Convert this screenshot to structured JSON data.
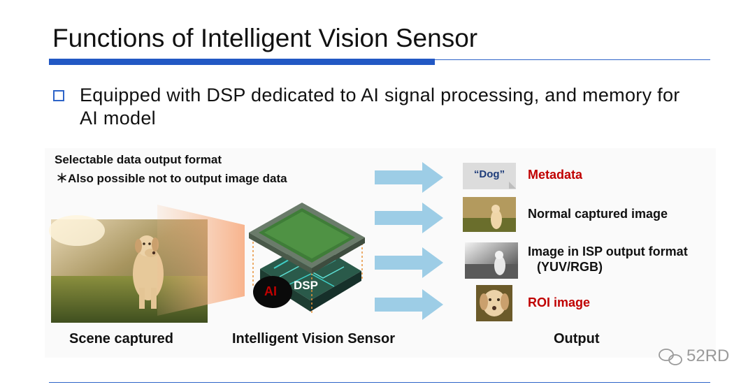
{
  "slide": {
    "title": "Functions of Intelligent Vision Sensor",
    "bullet": "Equipped with DSP dedicated to AI signal processing, and memory for AI model"
  },
  "diagram": {
    "format_note_line1": "Selectable data output format",
    "format_note_line2": "＊Also possible not to output image data",
    "captions": {
      "scene": "Scene captured",
      "sensor": "Intelligent Vision Sensor",
      "output": "Output"
    },
    "chip": {
      "ai_label": "AI",
      "dsp_label": "DSP"
    },
    "outputs": [
      {
        "thumb_text": "“Dog”",
        "label": "Metadata",
        "accent": "#c00000"
      },
      {
        "label": "Normal captured image"
      },
      {
        "label": "Image in ISP output format",
        "sub_label": "(YUV/RGB)"
      },
      {
        "label": "ROI image",
        "accent": "#c00000"
      }
    ]
  },
  "watermark": "52RD",
  "colors": {
    "rule_blue": "#2258c4",
    "arrow_blue": "#9dcde6",
    "accent_red": "#c00000"
  }
}
